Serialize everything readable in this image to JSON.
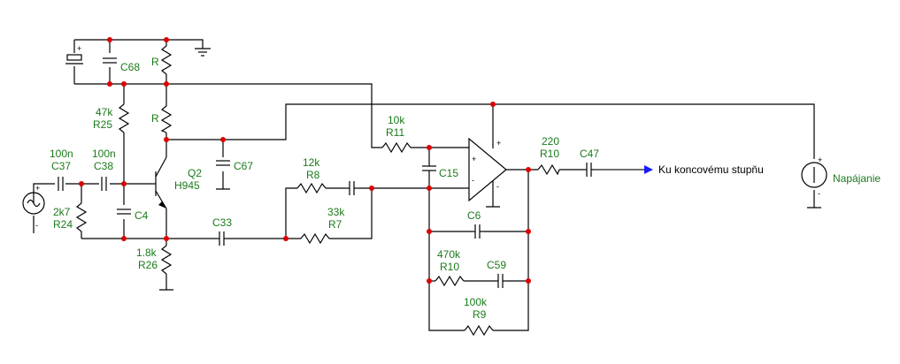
{
  "diagram": {
    "colors": {
      "wire": "#000000",
      "output_wire": "#1a1aff",
      "junction": "#dd0000",
      "label": "#1a7a1a"
    },
    "components": {
      "c68": {
        "ref": "C68"
      },
      "r_top": {
        "ref": "R"
      },
      "r_mid": {
        "ref": "R"
      },
      "r25": {
        "value": "47k",
        "ref": "R25"
      },
      "c37": {
        "value": "100n",
        "ref": "C37"
      },
      "c38": {
        "value": "100n",
        "ref": "C38"
      },
      "q2": {
        "ref": "Q2",
        "value": "H945"
      },
      "c67": {
        "ref": "C67"
      },
      "r24": {
        "value": "2k7",
        "ref": "R24"
      },
      "c4": {
        "ref": "C4"
      },
      "r26": {
        "value": "1.8k",
        "ref": "R26"
      },
      "c33": {
        "ref": "C33"
      },
      "r8": {
        "value": "12k",
        "ref": "R8"
      },
      "r7": {
        "value": "33k",
        "ref": "R7"
      },
      "r11": {
        "value": "10k",
        "ref": "R11"
      },
      "c15": {
        "ref": "C15"
      },
      "r10_out": {
        "value": "220",
        "ref": "R10"
      },
      "c47": {
        "ref": "C47"
      },
      "c6": {
        "ref": "C6"
      },
      "r10_fb": {
        "value": "470k",
        "ref": "R10"
      },
      "c59": {
        "ref": "C59"
      },
      "r9": {
        "value": "100k",
        "ref": "R9"
      }
    },
    "output_label": "Ku koncovému stupňu",
    "supply_label": "Napájanie",
    "signs": {
      "plus": "+",
      "minus": "-"
    }
  }
}
